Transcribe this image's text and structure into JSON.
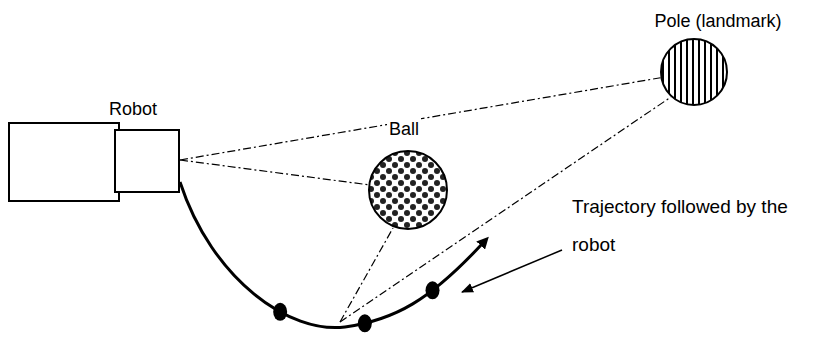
{
  "diagram": {
    "nodes": [
      {
        "text": [
          "Robot"
        ]
      },
      {
        "text": [
          "Ball"
        ]
      },
      {
        "text": [
          "Pole (landmark)"
        ]
      }
    ],
    "edges": [
      {
        "from": 0,
        "to": 1,
        "arrow": "none"
      },
      {
        "from": 0,
        "to": 2,
        "arrow": "none"
      }
    ],
    "labels": [
      "Trajectory followed by the robot"
    ]
  }
}
